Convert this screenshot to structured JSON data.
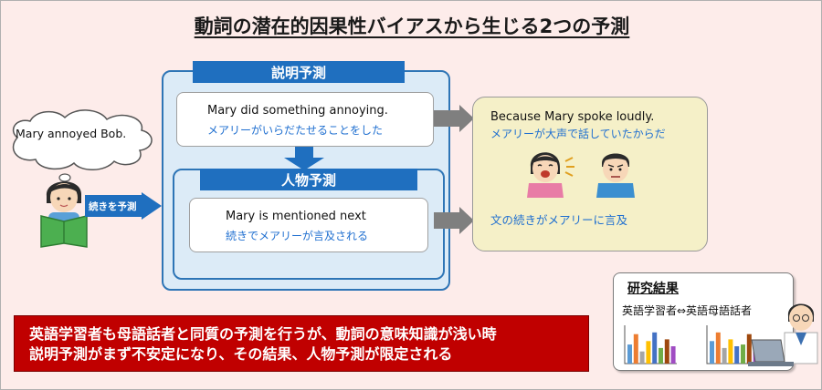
{
  "title": "動詞の潜在的因果性バイアスから生じる2つの予測",
  "cloud": {
    "text": "Mary annoyed Bob."
  },
  "reader": {
    "arrow_label": "続きを予測"
  },
  "explanation": {
    "header": "説明予測",
    "en": "Mary did something annoying.",
    "ja": "メアリーがいらだたせることをした"
  },
  "person": {
    "header": "人物予測",
    "en": "Mary is mentioned next",
    "ja": "続きでメアリーが言及される"
  },
  "result": {
    "en": "Because Mary spoke loudly.",
    "ja": "メアリーが大声で話していたからだ",
    "continuation": "文の続きがメアリーに言及"
  },
  "conclusion": {
    "line1": "英語学習者も母語話者と同質の予測を行うが、動詞の意味知識が浅い時",
    "line2": "説明予測がまず不安定になり、その結果、人物予測が限定される"
  },
  "findings": {
    "title": "研究結果",
    "subtitle": "英語学習者⇔英語母語話者",
    "bar_colors": [
      "#5b9bd5",
      "#ed7d31",
      "#a5a5a5",
      "#ffc000",
      "#4472c4",
      "#70ad47",
      "#9e480e",
      "#a04dc3"
    ]
  },
  "colors": {
    "background": "#fdecea",
    "header_blue": "#1f6fbf",
    "japanese_text": "#1f6fd0",
    "conclusion_red": "#c00000",
    "result_yellow": "#f5f0c8",
    "arrow_gray": "#7f7f7f"
  }
}
